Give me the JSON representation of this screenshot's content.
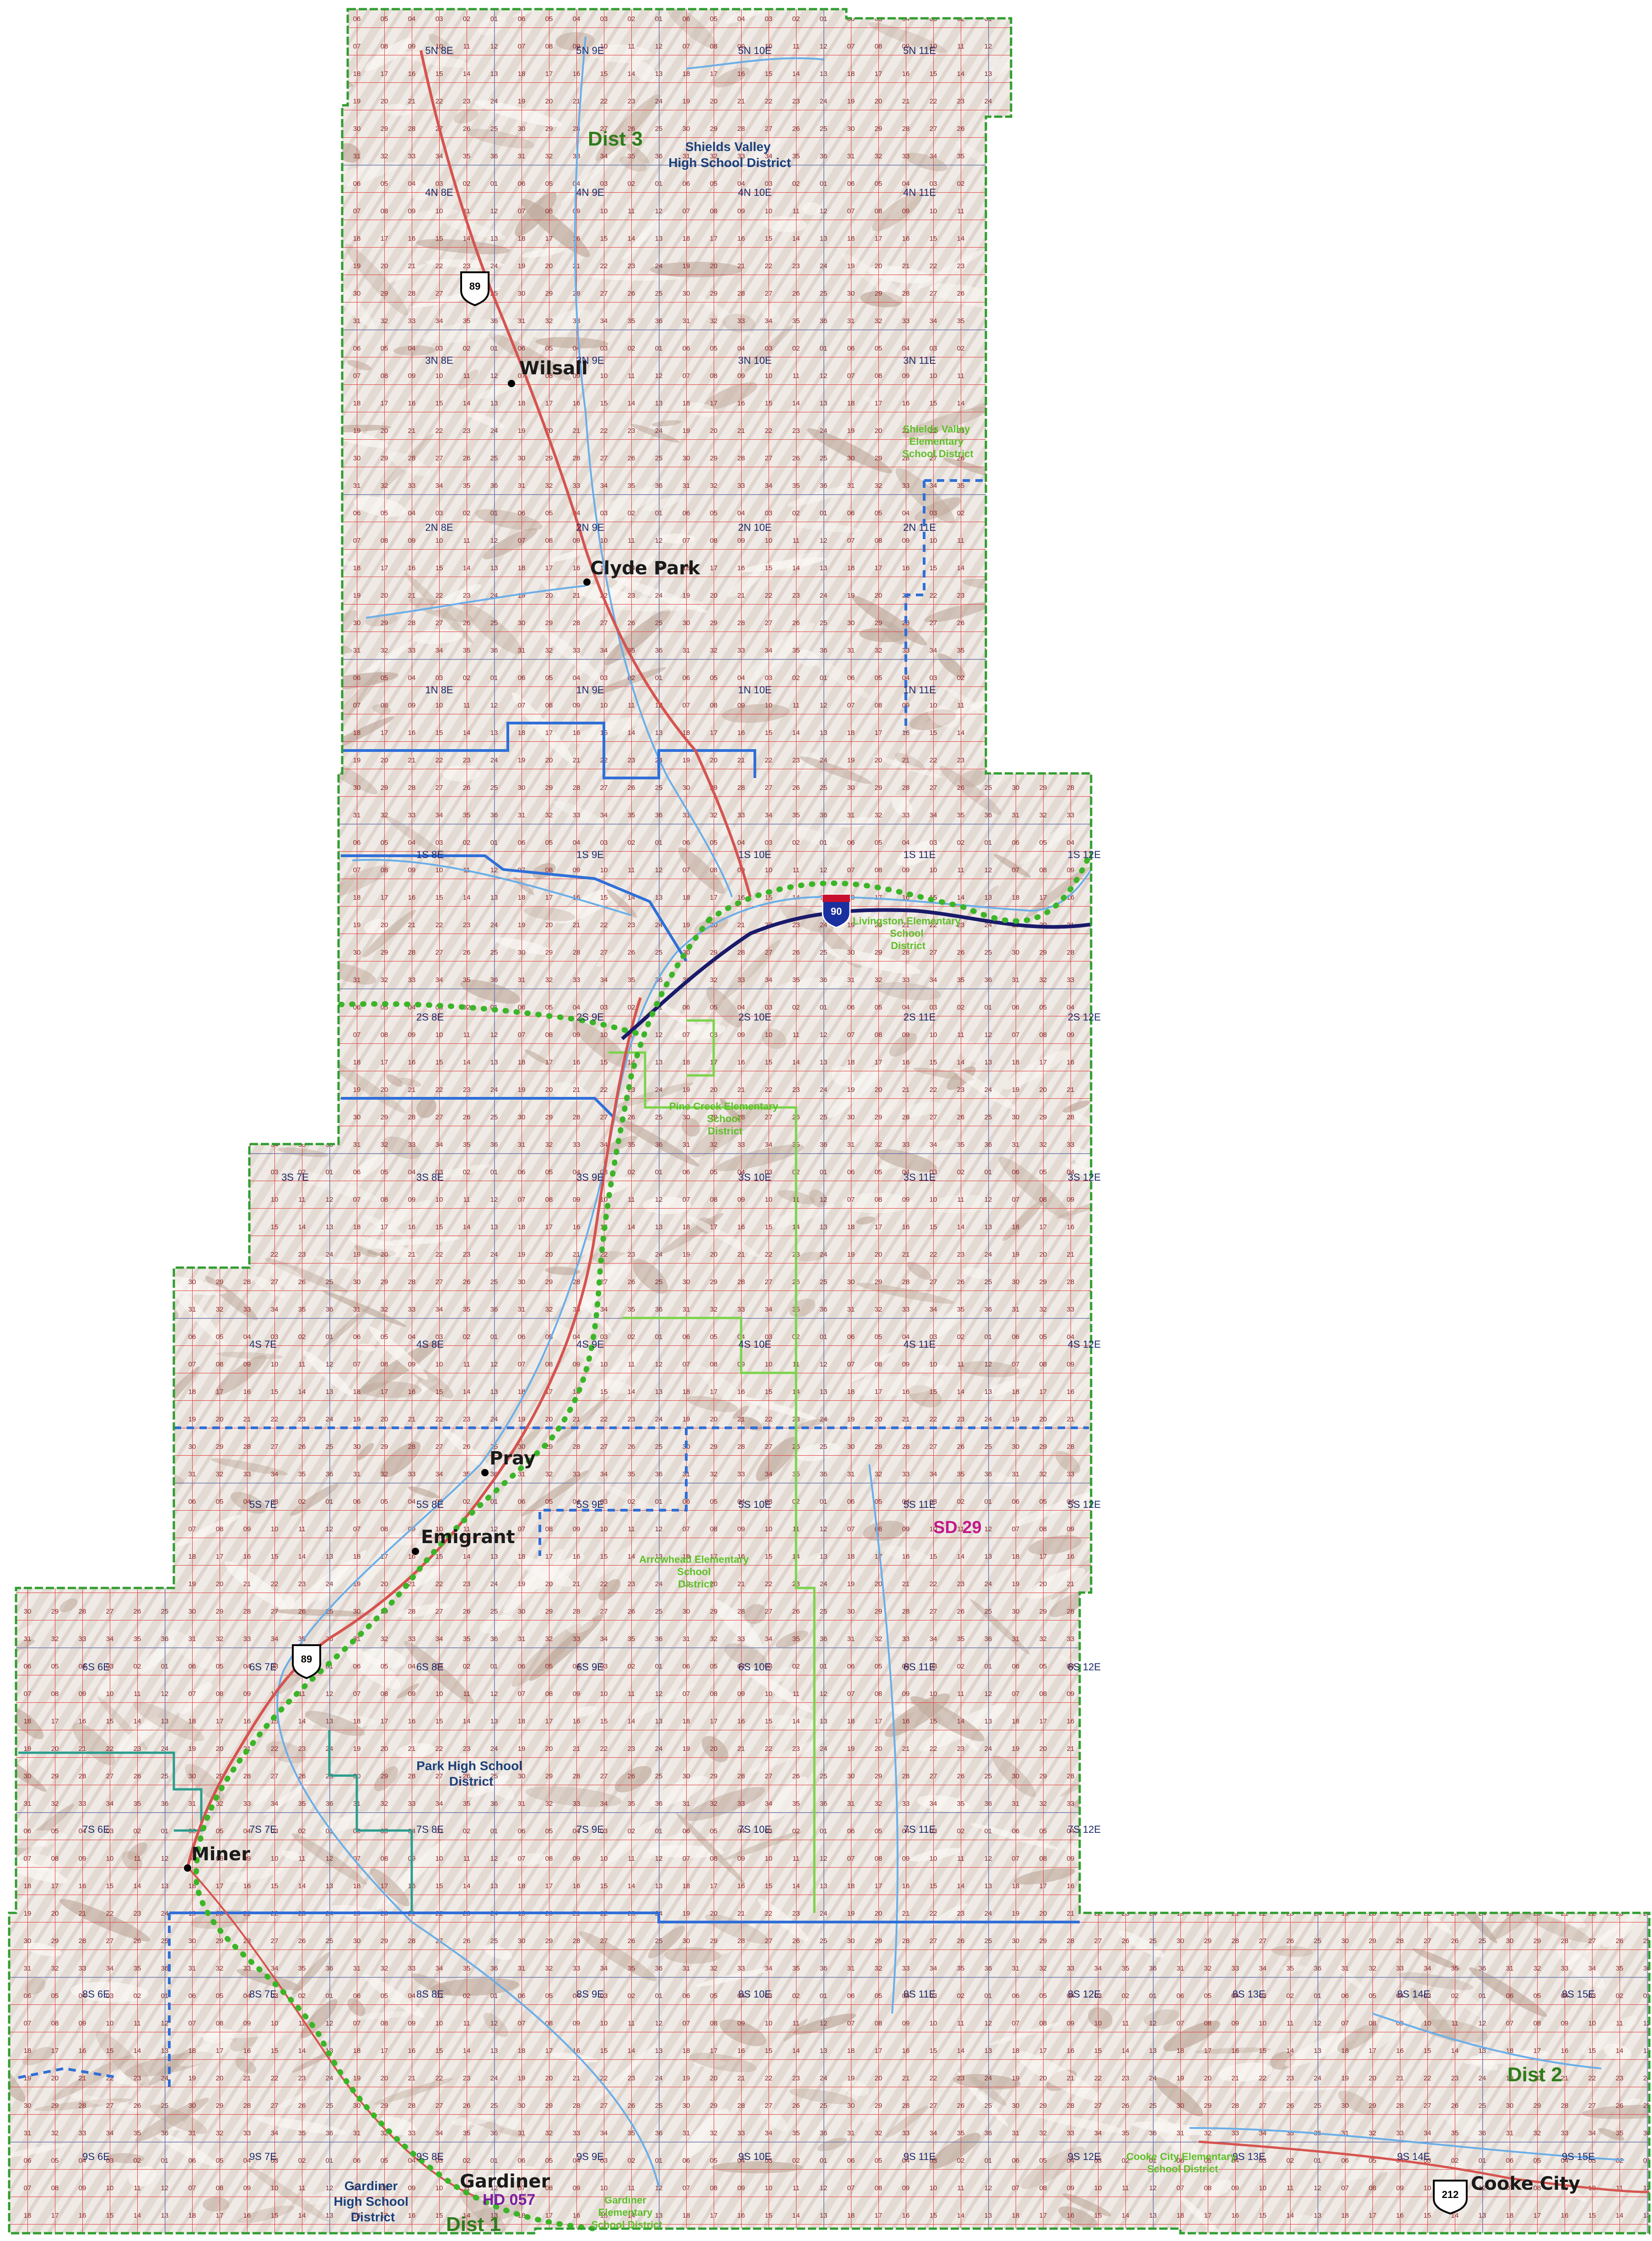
{
  "districts": [
    {
      "id": "dist3",
      "label": "Dist 3"
    },
    {
      "id": "dist2",
      "label": "Dist 2"
    },
    {
      "id": "dist1",
      "label": "Dist 1"
    }
  ],
  "towns": [
    {
      "id": "wilsall",
      "label": "Wilsall"
    },
    {
      "id": "clyde-park",
      "label": "Clyde Park"
    },
    {
      "id": "pray",
      "label": "Pray"
    },
    {
      "id": "emigrant",
      "label": "Emigrant"
    },
    {
      "id": "miner",
      "label": "Miner"
    },
    {
      "id": "gardiner",
      "label": "Gardiner"
    },
    {
      "id": "cooke-city",
      "label": "Cooke City"
    }
  ],
  "high_school_districts": [
    {
      "id": "shields-valley-high",
      "lines": [
        "Shields Valley",
        "High School District"
      ]
    },
    {
      "id": "park-high",
      "lines": [
        "Park High School",
        "District"
      ]
    },
    {
      "id": "gardiner-high",
      "lines": [
        "Gardiner",
        "High School",
        "District"
      ]
    }
  ],
  "elementary_districts": [
    {
      "id": "shields-valley-elem",
      "lines": [
        "Shields Valley",
        "Elementary",
        "School District"
      ]
    },
    {
      "id": "livingston-elem",
      "lines": [
        "Livingston Elementary",
        "School",
        "District"
      ]
    },
    {
      "id": "pine-creek-elem",
      "lines": [
        "Pine Creek Elementary",
        "School",
        "District"
      ]
    },
    {
      "id": "arrowhead-elem",
      "lines": [
        "Arrowhead Elementary",
        "School",
        "District"
      ]
    },
    {
      "id": "cooke-city-elem",
      "lines": [
        "Cooke City Elementary",
        "School District"
      ]
    },
    {
      "id": "gardiner-elem",
      "lines": [
        "Gardiner",
        "Elementary",
        "School District"
      ]
    }
  ],
  "other_labels": {
    "sd29": "SD 29",
    "hd057": "HD 057"
  },
  "route_shields": [
    {
      "id": "us-89-north",
      "label": "89",
      "kind": "us"
    },
    {
      "id": "i-90",
      "label": "90",
      "kind": "interstate"
    },
    {
      "id": "us-89-south",
      "label": "89",
      "kind": "us"
    },
    {
      "id": "us-212",
      "label": "212",
      "kind": "us"
    }
  ],
  "townships": [
    "5N 8E",
    "5N 9E",
    "5N 10E",
    "5N 11E",
    "4N 8E",
    "4N 9E",
    "4N 10E",
    "4N 11E",
    "3N 8E",
    "3N 9E",
    "3N 10E",
    "3N 11E",
    "2N 8E",
    "2N 9E",
    "2N 10E",
    "2N 11E",
    "1N 8E",
    "1N 9E",
    "1N 10E",
    "1N 11E",
    "1S 8E",
    "1S 9E",
    "1S 10E",
    "1S 11E",
    "1S 12E",
    "2S 8E",
    "2S 9E",
    "2S 10E",
    "2S 11E",
    "2S 12E",
    "3S 7E",
    "3S 8E",
    "3S 9E",
    "3S 10E",
    "3S 11E",
    "3S 12E",
    "4S 7E",
    "4S 8E",
    "4S 9E",
    "4S 10E",
    "4S 11E",
    "4S 12E",
    "5S 7E",
    "5S 8E",
    "5S 9E",
    "5S 10E",
    "5S 11E",
    "5S 12E",
    "6S 6E",
    "6S 7E",
    "6S 8E",
    "6S 9E",
    "6S 10E",
    "6S 11E",
    "6S 12E",
    "7S 6E",
    "7S 7E",
    "7S 8E",
    "7S 9E",
    "7S 10E",
    "7S 11E",
    "7S 12E",
    "8S 6E",
    "8S 7E",
    "8S 8E",
    "8S 9E",
    "8S 10E",
    "8S 11E",
    "8S 12E",
    "8S 13E",
    "8S 14E",
    "8S 15E",
    "9S 6E",
    "9S 7E",
    "9S 8E",
    "9S 9E",
    "9S 10E",
    "9S 11E",
    "9S 12E",
    "9S 13E",
    "9S 14E",
    "9S 15E"
  ],
  "colors": {
    "grid": "#e23b3b",
    "county_border": "#2f9d2f",
    "high_school_boundary": "#2f6fd8",
    "elementary_boundary": "#7bd34a",
    "highway": "#d6534f",
    "interstate": "#1a1a6a",
    "river": "#6aaee8",
    "terrain_light": "#ece6e0",
    "terrain_dark": "#c9b8ad"
  }
}
